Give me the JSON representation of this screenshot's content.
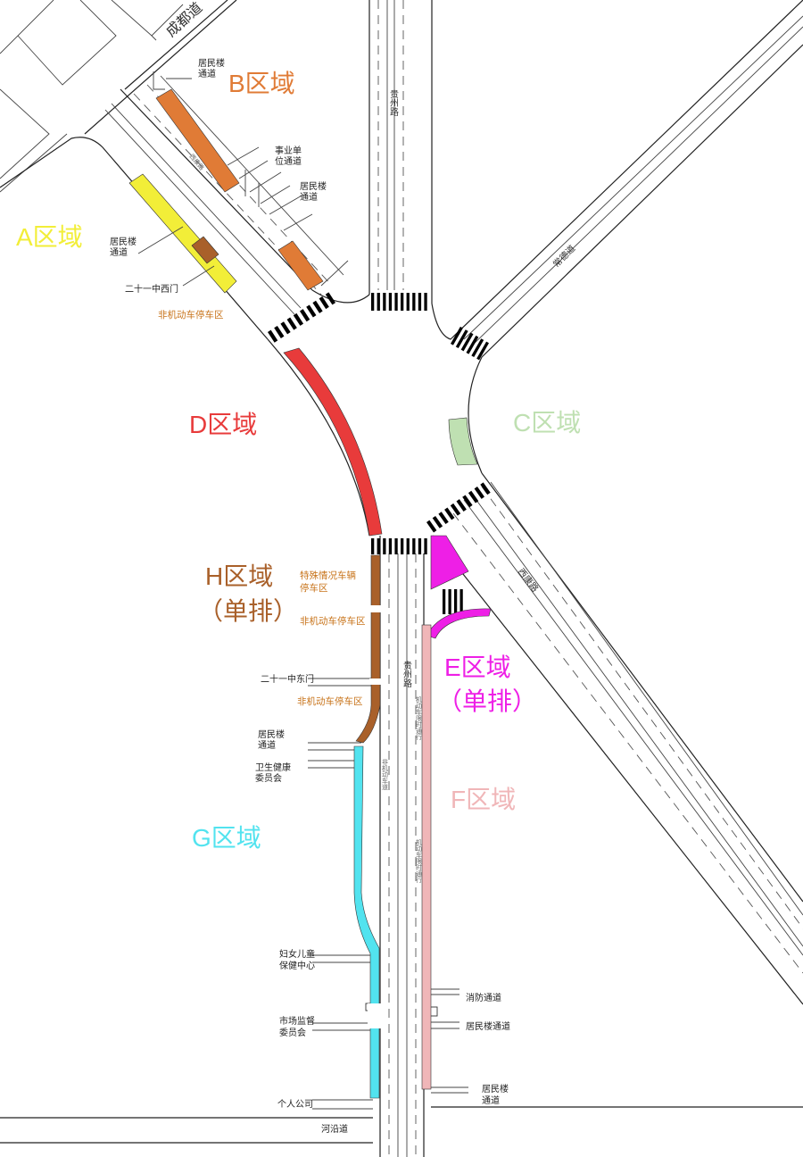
{
  "colors": {
    "zone_a": "#f2ee38",
    "zone_b": "#e07b36",
    "zone_c": "#bfe0b2",
    "zone_d": "#e83b3b",
    "zone_e": "#ee1fe6",
    "zone_f": "#f0b6b8",
    "zone_g": "#52e3ef",
    "zone_h": "#a9602a",
    "note_orange": "#c8741b"
  },
  "zones": {
    "a": "A区域",
    "b": "B区域",
    "c": "C区域",
    "d": "D区域",
    "e_line1": "E区域",
    "e_line2": "（单排）",
    "f": "F区域",
    "g": "G区域",
    "h_line1": "H区域",
    "h_line2": "（单排）"
  },
  "roads": {
    "chengdu": "成都道",
    "guizhou_north": "贵州路",
    "guizhou_south": "贵州路",
    "changde": "常德道",
    "xikang": "西康路",
    "xikang_n": "西康路",
    "heyan": "河沿道"
  },
  "labels": {
    "resident_passage_1": [
      "居民楼",
      "通道"
    ],
    "institution_passage": [
      "事业单",
      "位通道"
    ],
    "resident_passage_2": [
      "居民楼",
      "通道"
    ],
    "resident_passage_3": [
      "居民楼",
      "通道"
    ],
    "school_west_gate": "二十一中西门",
    "nonmotor_parking_a": "非机动车停车区",
    "special_vehicle_parking": [
      "特殊情况车辆",
      "停车区"
    ],
    "nonmotor_parking_h1": "非机动车停车区",
    "school_east_gate": "二十一中东门",
    "nonmotor_parking_h2": "非机动车停车区",
    "resident_passage_4": [
      "居民楼",
      "通道"
    ],
    "health_committee": [
      "卫生健康",
      "委员会"
    ],
    "maternal_child_center": [
      "妇女儿童",
      "保健中心"
    ],
    "market_supervision": [
      "市场监督",
      "委员会"
    ],
    "private_company": "个人公司",
    "fire_passage": "消防通道",
    "resident_passage_5": "居民楼通道",
    "resident_passage_6": [
      "居民楼",
      "通道"
    ]
  },
  "lane_notes": {
    "motor_time_limit_1": "机动车限时通行",
    "motor_time_limit_2": "机动车限时通行",
    "bike_lane": "非机动车道"
  }
}
